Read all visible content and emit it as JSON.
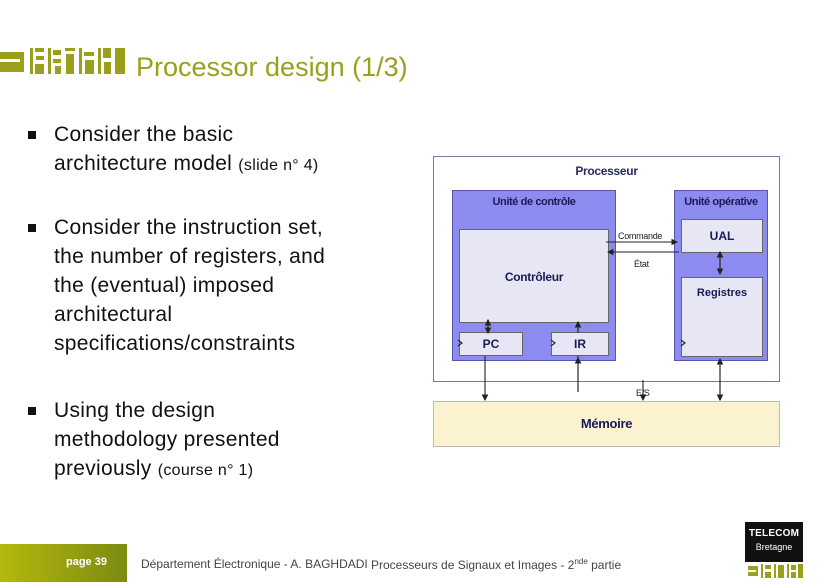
{
  "title": "Processor design (1/3)",
  "bullets": [
    {
      "lines": [
        "Consider the basic",
        "architecture model"
      ],
      "small": "(slide n° 4)"
    },
    {
      "lines": [
        "Consider the instruction set,",
        "the number of registers, and",
        "the (eventual) imposed",
        "architectural",
        "specifications/constraints"
      ],
      "small": ""
    },
    {
      "lines": [
        "Using the design",
        "methodology presented",
        "previously"
      ],
      "small": "(course n° 1)"
    }
  ],
  "diagram": {
    "processeur": "Processeur",
    "unite_controle": "Unité de contrôle",
    "controleur": "Contrôleur",
    "pc": "PC",
    "ir": "IR",
    "unite_operative": "Unité opérative",
    "ual": "UAL",
    "registres": "Registres",
    "commande": "Commande",
    "etat": "État",
    "es": "E/S",
    "memoire": "Mémoire"
  },
  "footer": {
    "page": "page 39",
    "department": "Département Électronique - A. BAGHDADI",
    "course": "Processeurs de Signaux et Images - 2",
    "course_sup": "nde",
    "course_suffix": " partie",
    "logo_line1": "TELECOM",
    "logo_line2": "Bretagne"
  },
  "colors": {
    "title": "#9aa01c",
    "unit_fill": "#8c8cf0",
    "memory_fill": "#fbf3cf",
    "footer_accent": "#b3b90e"
  }
}
